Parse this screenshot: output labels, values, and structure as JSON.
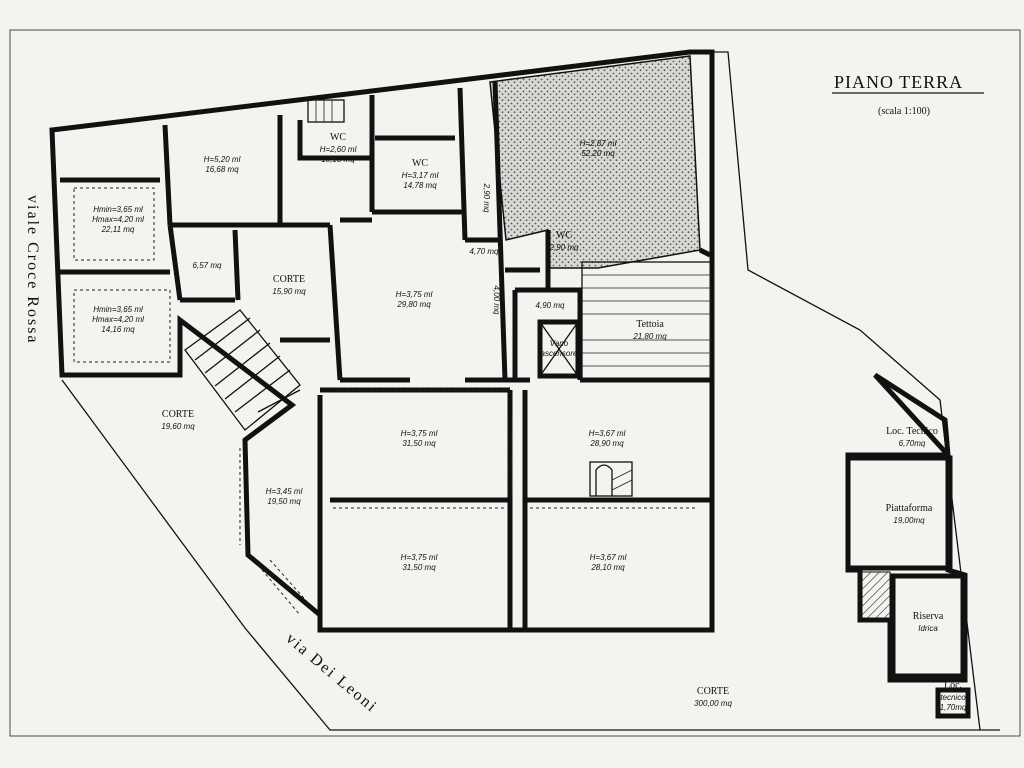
{
  "title": "PIANO TERRA",
  "scale": "(scala 1:100)",
  "streets": {
    "croce_rossa": "viale Croce Rossa",
    "dei_leoni": "via Dei Leoni"
  },
  "rooms": [
    {
      "id": "r-nw-top",
      "lines": [
        "H=5,20 ml",
        "16,68 mq"
      ]
    },
    {
      "id": "r-nw-1",
      "lines": [
        "Hmin=3,65 ml",
        "Hmax=4,20 ml",
        "22,11 mq"
      ]
    },
    {
      "id": "r-nw-2",
      "lines": [
        "Hmin=3,65 ml",
        "Hmax=4,20 ml",
        "14,16 mq"
      ]
    },
    {
      "id": "r-wc-1",
      "caption": "WC",
      "lines": [
        "H=2,60 ml",
        "10,13 mq"
      ]
    },
    {
      "id": "r-wc-2",
      "caption": "WC",
      "lines": [
        "H=3,17 ml",
        "14,78 mq"
      ]
    },
    {
      "id": "r-hall",
      "lines": [
        "H=2,87 ml",
        "52,20 mq"
      ]
    },
    {
      "id": "r-wc-3",
      "caption": "WC",
      "lines": [
        "2,90 mq"
      ]
    },
    {
      "id": "r-corr-1",
      "lines": [
        "2,90 mq"
      ]
    },
    {
      "id": "r-corr-2",
      "lines": [
        "4,70 mq"
      ]
    },
    {
      "id": "r-corr-3",
      "lines": [
        "4,00 mq"
      ]
    },
    {
      "id": "r-small",
      "lines": [
        "6,57 mq"
      ]
    },
    {
      "id": "r-corte-1",
      "caption": "CORTE",
      "lines": [
        "15,90 mq"
      ]
    },
    {
      "id": "r-center",
      "lines": [
        "H=3,75 ml",
        "29,80 mq"
      ]
    },
    {
      "id": "r-elevator-area",
      "lines": [
        "4,90 mq"
      ]
    },
    {
      "id": "r-elevator",
      "lines": [
        "Vano",
        "ascensore"
      ]
    },
    {
      "id": "r-tettoia",
      "caption": "Tettoia",
      "lines": [
        "21,80 mq"
      ]
    },
    {
      "id": "r-corte-2",
      "caption": "CORTE",
      "lines": [
        "19,60 mq"
      ]
    },
    {
      "id": "r-s-1",
      "lines": [
        "H=3,75 ml",
        "31,50 mq"
      ]
    },
    {
      "id": "r-s-2",
      "lines": [
        "H=3,67 ml",
        "28,90 mq"
      ]
    },
    {
      "id": "r-s-3",
      "lines": [
        "H=3,45 ml",
        "19,50 mq"
      ]
    },
    {
      "id": "r-s-4",
      "lines": [
        "H=3,75 ml",
        "31,50 mq"
      ]
    },
    {
      "id": "r-s-5",
      "lines": [
        "H=3,67 ml",
        "28,10 mq"
      ]
    },
    {
      "id": "r-loc-tecnico",
      "caption": "Loc. Tecnico",
      "lines": [
        "6,70mq"
      ]
    },
    {
      "id": "r-piattaforma",
      "caption": "Piattaforma",
      "lines": [
        "19,00mq"
      ]
    },
    {
      "id": "r-riserva",
      "caption": "Riserva",
      "lines": [
        "Idrica"
      ]
    },
    {
      "id": "r-corte-big",
      "caption": "CORTE",
      "lines": [
        "300,00 mq"
      ]
    },
    {
      "id": "r-loc-small",
      "caption": "Loc.",
      "lines": [
        "tecnico",
        "1,70mq"
      ]
    }
  ]
}
